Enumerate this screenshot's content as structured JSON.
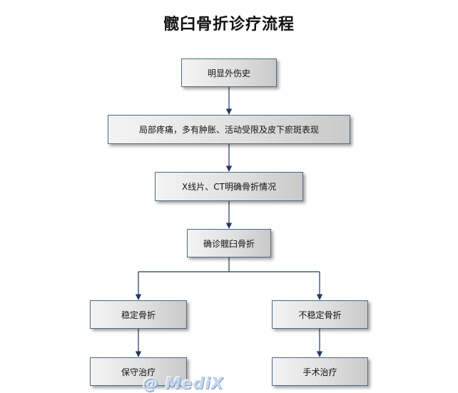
{
  "title": "髋臼骨折诊疗流程",
  "nodes": {
    "trauma": "明显外伤史",
    "symptoms": "局部疼痛，多有肿胀、活动受限及皮下瘀斑表现",
    "imaging": "X线片、CT明确骨折情况",
    "diagnosis": "确诊髋臼骨折",
    "stable": "稳定骨折",
    "unstable": "不稳定骨折",
    "conservative": "保守治疗",
    "surgery": "手术治疗"
  },
  "watermark": "@ MediX",
  "colors": {
    "line": "#1f3a5c",
    "box_border": "#4a6a8a"
  }
}
